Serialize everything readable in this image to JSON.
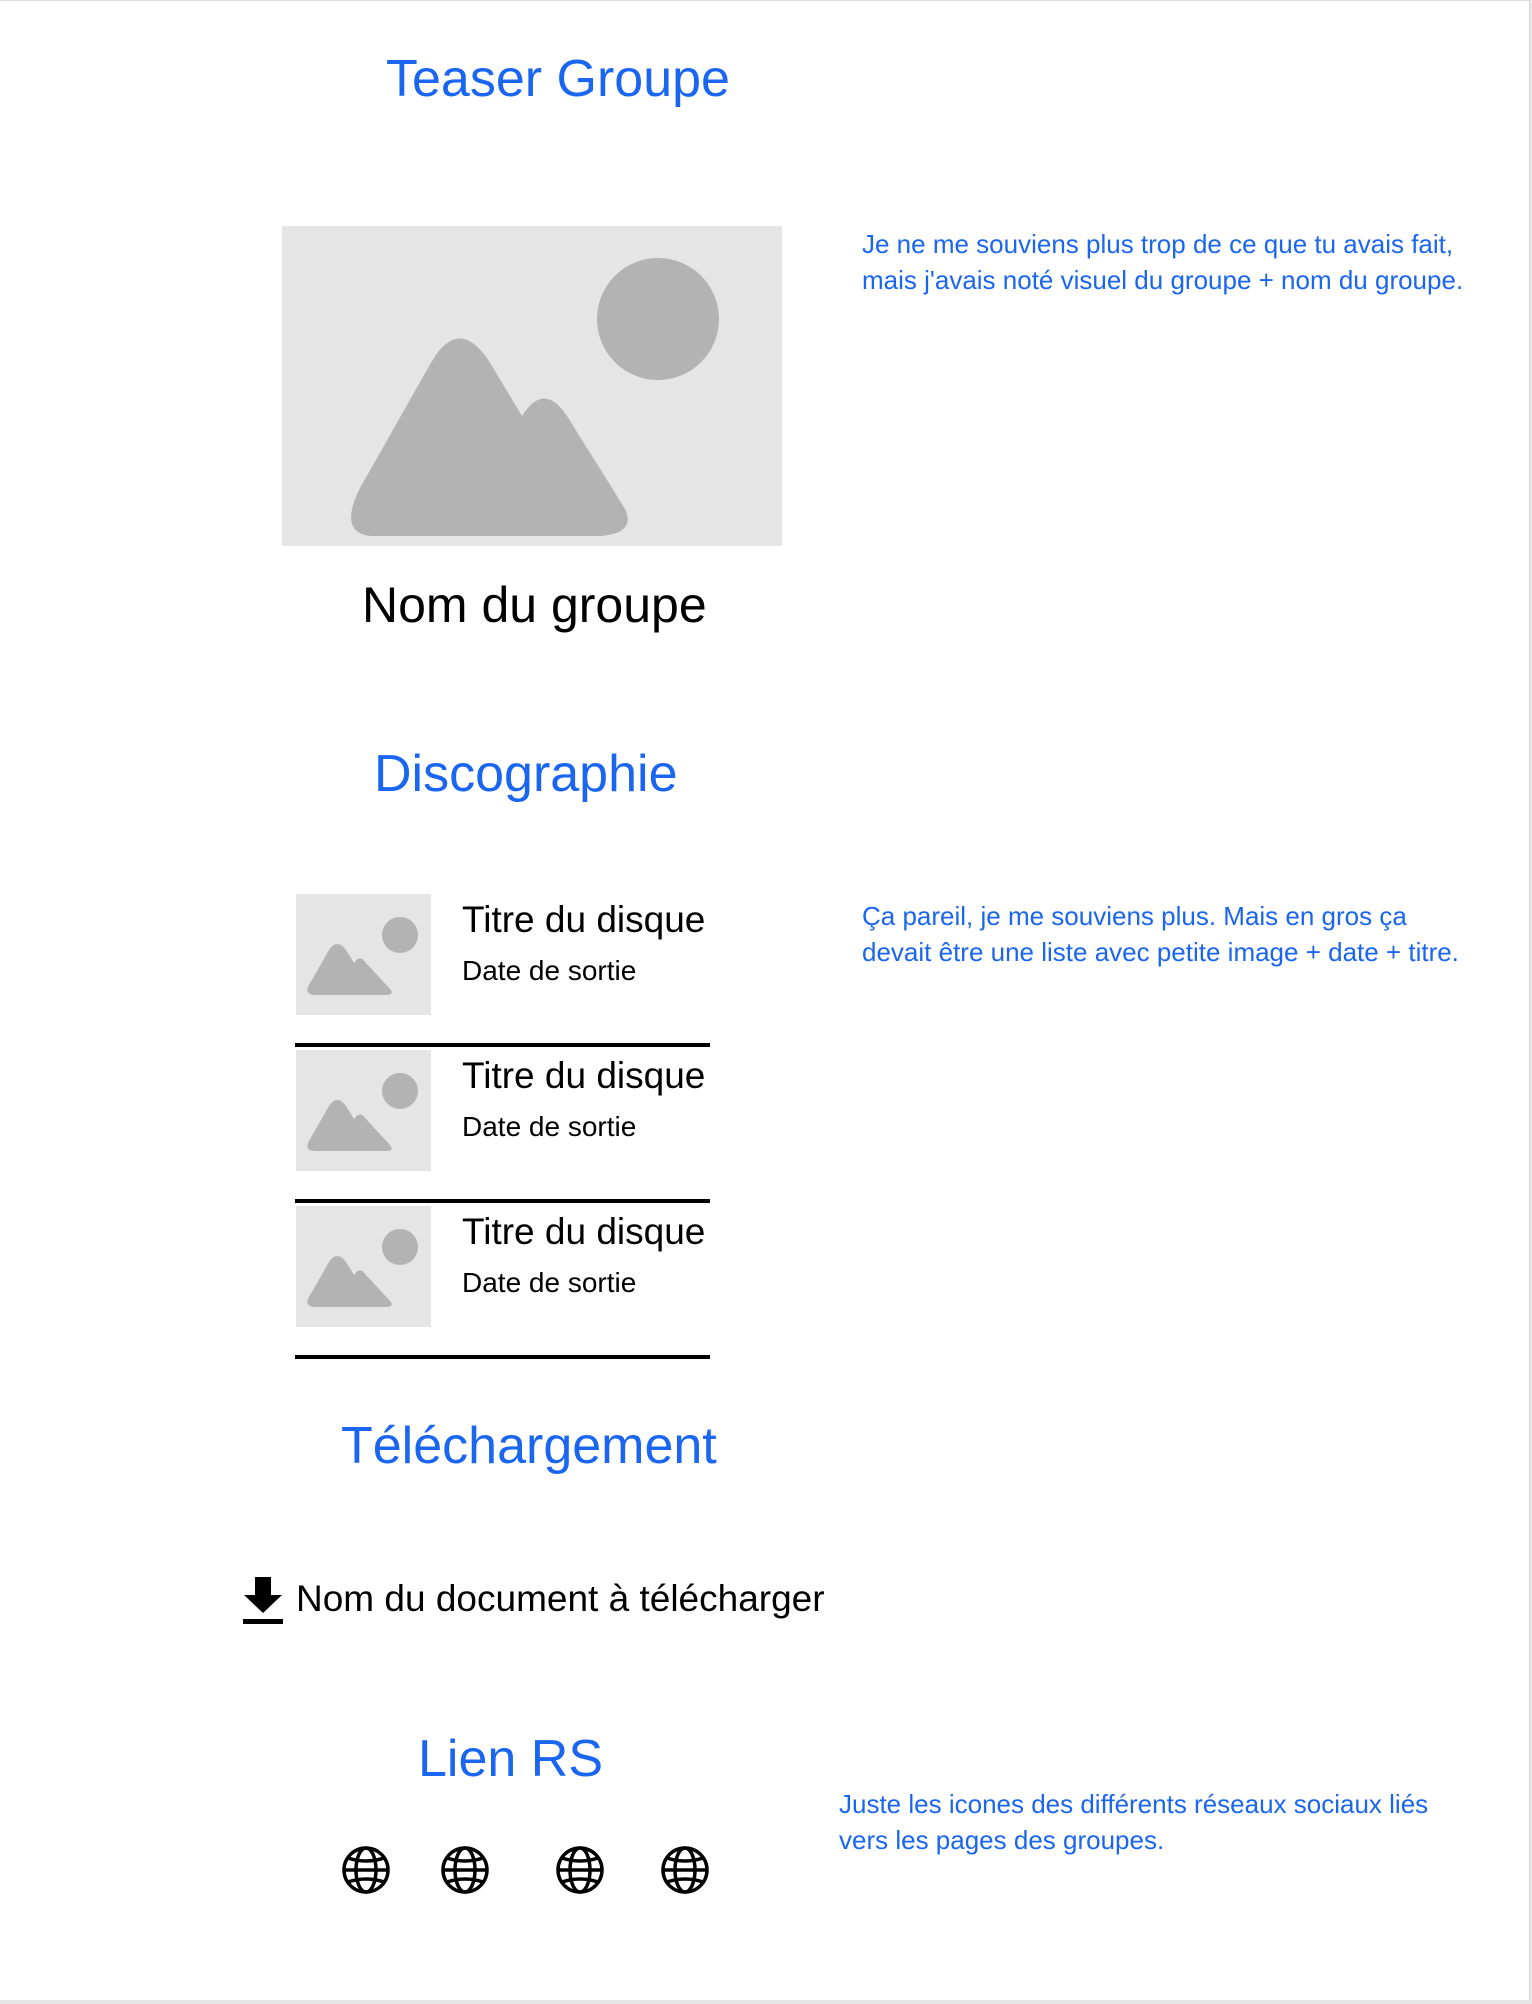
{
  "sections": {
    "teaser": {
      "heading": "Teaser Groupe",
      "group_name": "Nom du groupe",
      "note": "Je ne me souviens plus trop de ce que tu avais fait, mais j'avais noté visuel du groupe + nom du groupe."
    },
    "discography": {
      "heading": "Discographie",
      "note": "Ça pareil, je me souviens plus. Mais en gros ça devait être une liste avec petite image + date + titre.",
      "items": [
        {
          "title": "Titre du disque",
          "date": "Date de sortie"
        },
        {
          "title": "Titre du disque",
          "date": "Date de sortie"
        },
        {
          "title": "Titre du disque",
          "date": "Date de sortie"
        }
      ]
    },
    "download": {
      "heading": "Téléchargement",
      "document_label": "Nom du document à télécharger",
      "icon": "download-icon"
    },
    "social": {
      "heading": "Lien RS",
      "note": "Juste les icones des différents réseaux sociaux liés vers les pages des groupes.",
      "icons": [
        "globe-icon",
        "globe-icon",
        "globe-icon",
        "globe-icon"
      ]
    }
  },
  "colors": {
    "accent": "#1a66f0",
    "placeholder_bg": "#e5e5e5",
    "placeholder_fg": "#b3b3b3"
  }
}
